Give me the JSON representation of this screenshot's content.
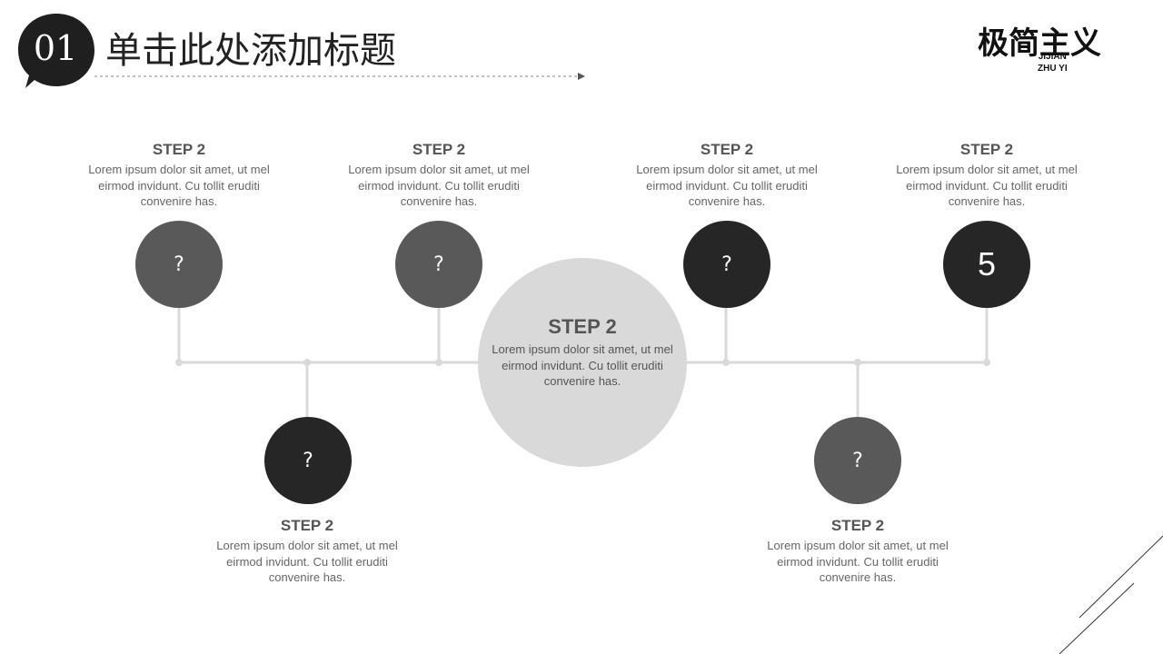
{
  "header": {
    "number": "01",
    "title": "单击此处添加标题"
  },
  "logo": {
    "cn": "极简主义",
    "en_line1": "JIJIAN",
    "en_line2": "ZHU YI"
  },
  "center": {
    "title": "STEP 2",
    "desc": "Lorem ipsum dolor sit amet, ut mel eirmod invidunt. Cu tollit eruditi convenire has."
  },
  "steps": [
    {
      "title": "STEP 2",
      "desc": "Lorem ipsum dolor sit amet, ut mel eirmod invidunt. Cu tollit eruditi convenire has.",
      "icon": "?"
    },
    {
      "title": "STEP 2",
      "desc": "Lorem ipsum dolor sit amet, ut mel eirmod invidunt. Cu tollit eruditi convenire has.",
      "icon": "?"
    },
    {
      "title": "STEP 2",
      "desc": "Lorem ipsum dolor sit amet, ut mel eirmod invidunt. Cu tollit eruditi convenire has.",
      "icon": "?"
    },
    {
      "title": "STEP 2",
      "desc": "Lorem ipsum dolor sit amet, ut mel eirmod invidunt. Cu tollit eruditi convenire has.",
      "icon": "5"
    },
    {
      "title": "STEP 2",
      "desc": "Lorem ipsum dolor sit amet, ut mel eirmod invidunt. Cu tollit eruditi convenire has.",
      "icon": "?"
    },
    {
      "title": "STEP 2",
      "desc": "Lorem ipsum dolor sit amet, ut mel eirmod invidunt. Cu tollit eruditi convenire has.",
      "icon": "?"
    }
  ],
  "colors": {
    "dark": "#262626",
    "mid": "#595959",
    "light": "#d9d9d9",
    "line": "#d9d9d9"
  }
}
